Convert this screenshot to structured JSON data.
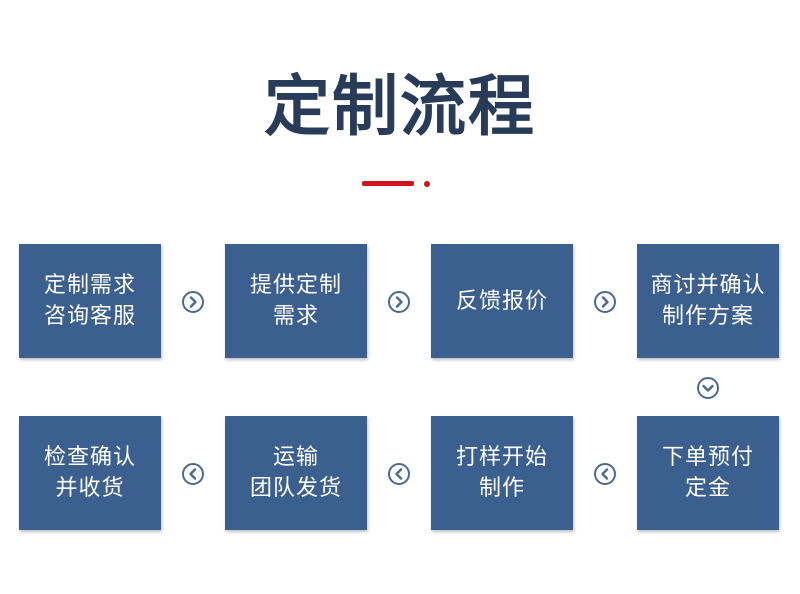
{
  "title": "定制流程",
  "colors": {
    "box": "#3b5f8e",
    "title": "#283b58",
    "accent": "#d0141c",
    "arrow": "#4a6a94"
  },
  "steps": [
    {
      "label": "定制需求\n咨询客服"
    },
    {
      "label": "提供定制\n需求"
    },
    {
      "label": "反馈报价"
    },
    {
      "label": "商讨并确认\n制作方案"
    },
    {
      "label": "下单预付\n定金"
    },
    {
      "label": "打样开始\n制作"
    },
    {
      "label": "运输\n团队发货"
    },
    {
      "label": "检查确认\n并收货"
    }
  ],
  "arrows": [
    {
      "icon": "chevron-right-circle-icon"
    },
    {
      "icon": "chevron-right-circle-icon"
    },
    {
      "icon": "chevron-right-circle-icon"
    },
    {
      "icon": "chevron-down-circle-icon"
    },
    {
      "icon": "chevron-left-circle-icon"
    },
    {
      "icon": "chevron-left-circle-icon"
    },
    {
      "icon": "chevron-left-circle-icon"
    }
  ]
}
